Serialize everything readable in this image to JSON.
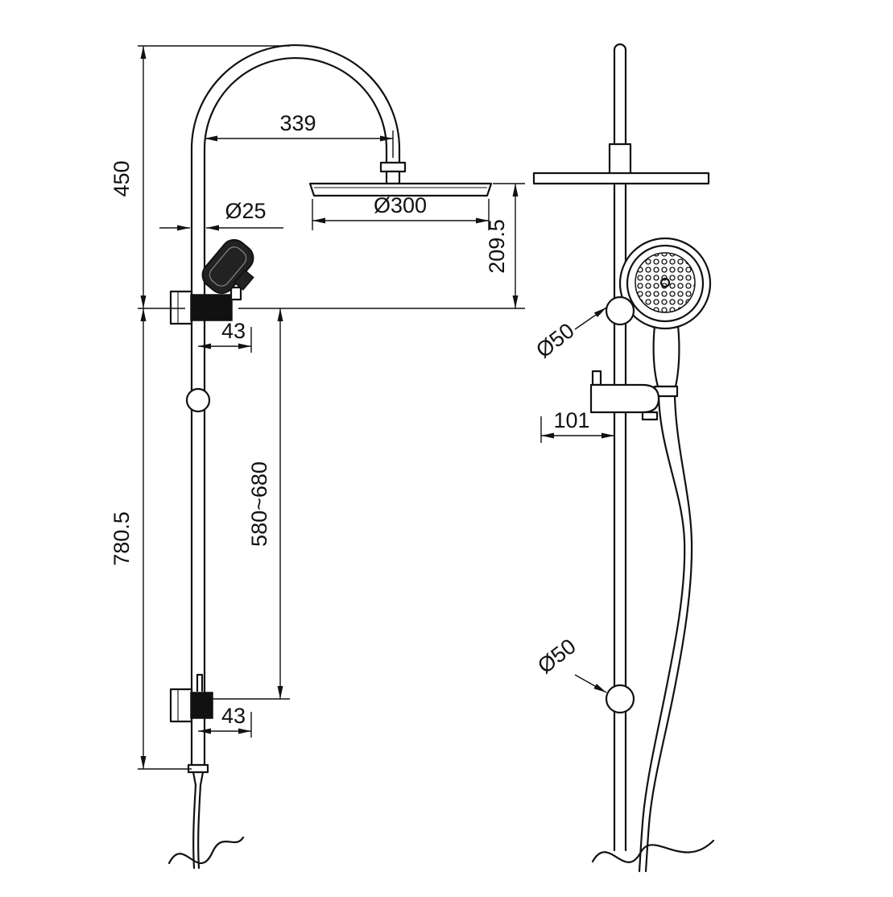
{
  "drawing": {
    "type": "technical-dimension-drawing",
    "subject": "twin shower rail with overhead rain shower and handheld shower, front and side views",
    "colors": {
      "line": "#111111",
      "background": "#ffffff"
    },
    "labels": {
      "d450": "450",
      "d339": "339",
      "d25": "Ø25",
      "d300": "Ø300",
      "d209_5": "209.5",
      "d43_top": "43",
      "d780_5": "780.5",
      "d580_680": "580~680",
      "d43_bottom": "43",
      "d50_top": "Ø50",
      "d101": "101",
      "d50_bottom": "Ø50"
    }
  }
}
